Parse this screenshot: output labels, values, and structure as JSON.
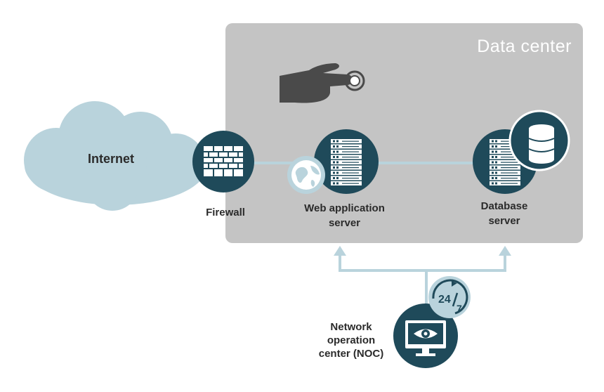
{
  "title": "Data center",
  "nodes": {
    "internet": "Internet",
    "firewall": "Firewall",
    "web_server_line1": "Web application",
    "web_server_line2": "server",
    "db_server_line1": "Database",
    "db_server_line2": "server",
    "noc_line1": "Network",
    "noc_line2": "operation",
    "noc_line3": "center (NOC)",
    "badge": "24/7",
    "badge_main": "24",
    "badge_sub": "7"
  },
  "colors": {
    "node_dark": "#1f4a5a",
    "accent_light": "#b9d3dc",
    "data_center_bg": "#c4c4c4"
  },
  "icons": [
    "cloud-icon",
    "firewall-brick-icon",
    "server-rack-icon",
    "globe-icon",
    "database-icon",
    "hand-press-icon",
    "monitor-eye-icon",
    "clock-24-7-icon"
  ]
}
